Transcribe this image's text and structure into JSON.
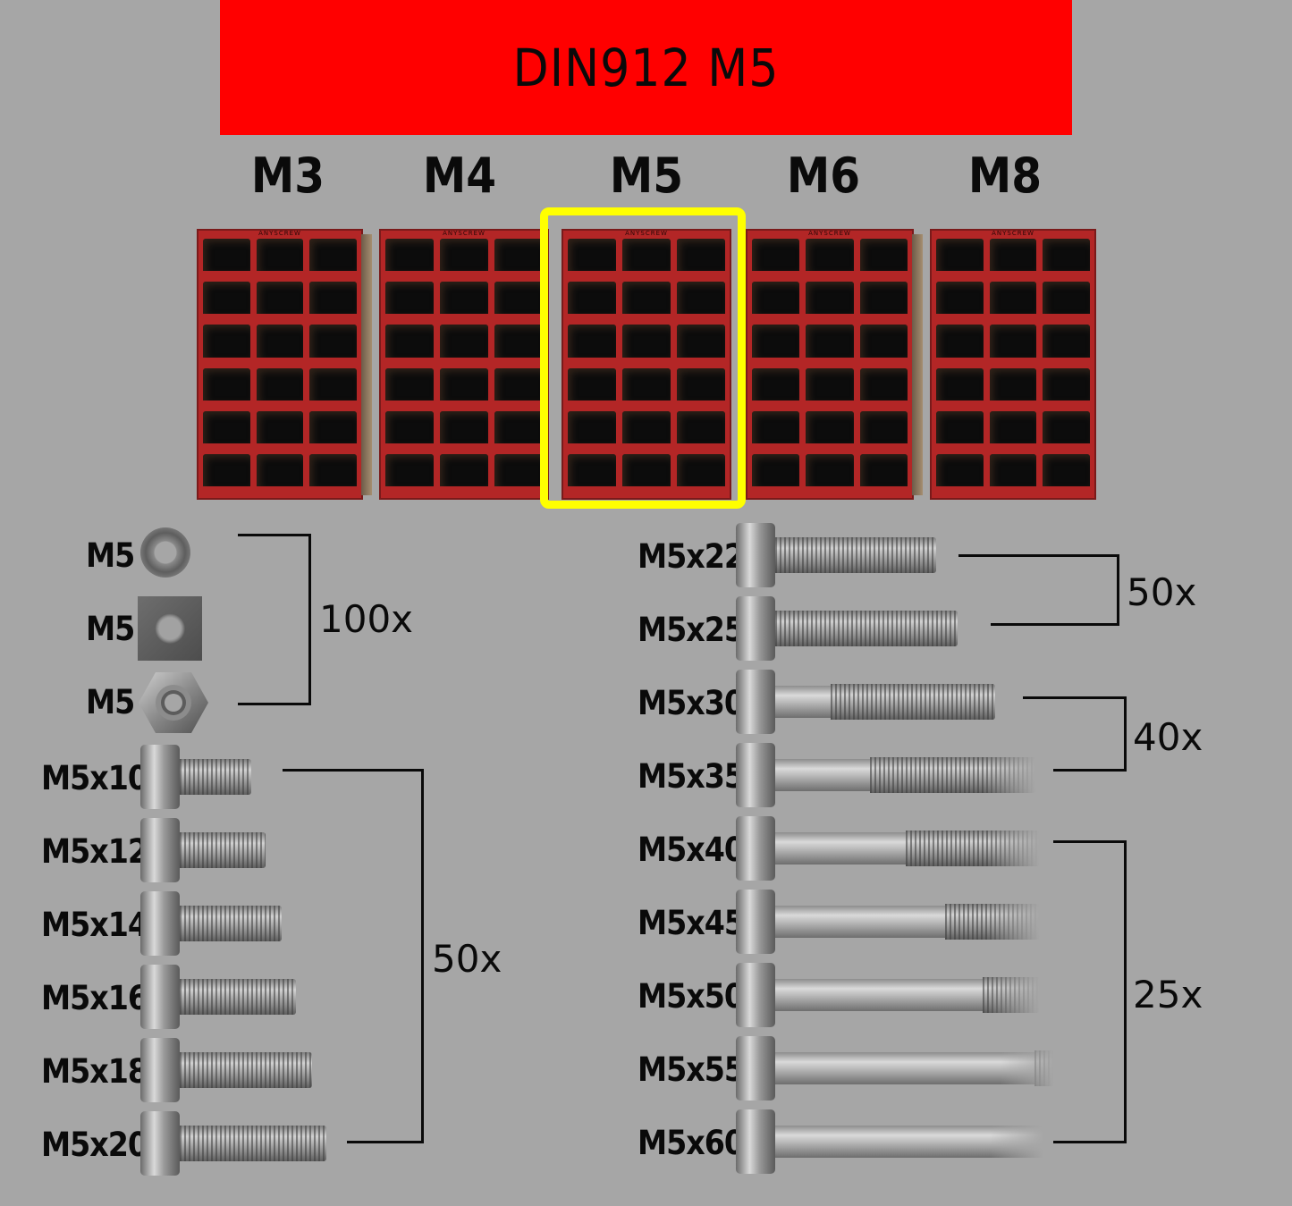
{
  "title": "DIN912 M5",
  "sizes": [
    "M3",
    "M4",
    "M5",
    "M6",
    "M8"
  ],
  "box_brand": "ANYSCREW",
  "selected_size": "M5",
  "colors": {
    "banner": "#ff0000",
    "highlight": "#ffff00",
    "box": "#b32626",
    "background": "#a6a6a6"
  },
  "nuts": {
    "items": [
      {
        "label": "M5",
        "type": "washer"
      },
      {
        "label": "M5",
        "type": "square-nut"
      },
      {
        "label": "M5",
        "type": "hex-nut"
      }
    ],
    "quantity": "100x"
  },
  "screws_left": {
    "items": [
      "M5x10",
      "M5x12",
      "M5x14",
      "M5x16",
      "M5x18",
      "M5x20"
    ],
    "quantity": "50x"
  },
  "screws_right": {
    "groups": [
      {
        "items": [
          "M5x22",
          "M5x25"
        ],
        "quantity": "50x"
      },
      {
        "items": [
          "M5x30",
          "M5x35"
        ],
        "quantity": "40x"
      },
      {
        "items": [
          "M5x40",
          "M5x45",
          "M5x50",
          "M5x55",
          "M5x60"
        ],
        "quantity": "25x"
      }
    ]
  }
}
